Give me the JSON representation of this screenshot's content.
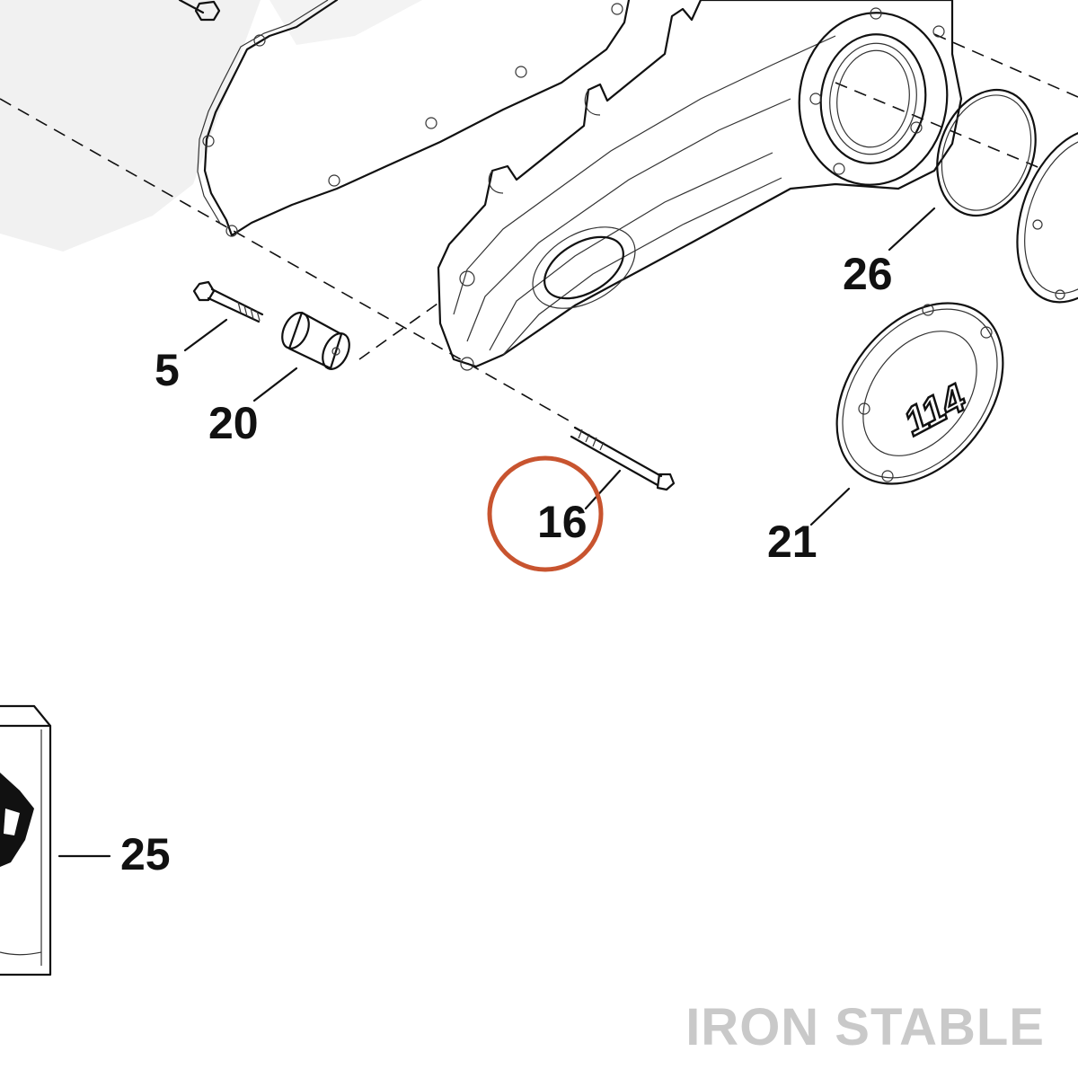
{
  "diagram": {
    "callouts": [
      {
        "id": "5",
        "label": "5"
      },
      {
        "id": "20",
        "label": "20"
      },
      {
        "id": "16",
        "label": "16"
      },
      {
        "id": "26",
        "label": "26"
      },
      {
        "id": "21",
        "label": "21"
      },
      {
        "id": "25",
        "label": "25"
      }
    ],
    "derby_cover_emblem": "114",
    "watermark": "IRON STABLE",
    "highlight_color": "#c8542f",
    "line_color": "#111111",
    "watermark_color": "#c9c9c9"
  }
}
